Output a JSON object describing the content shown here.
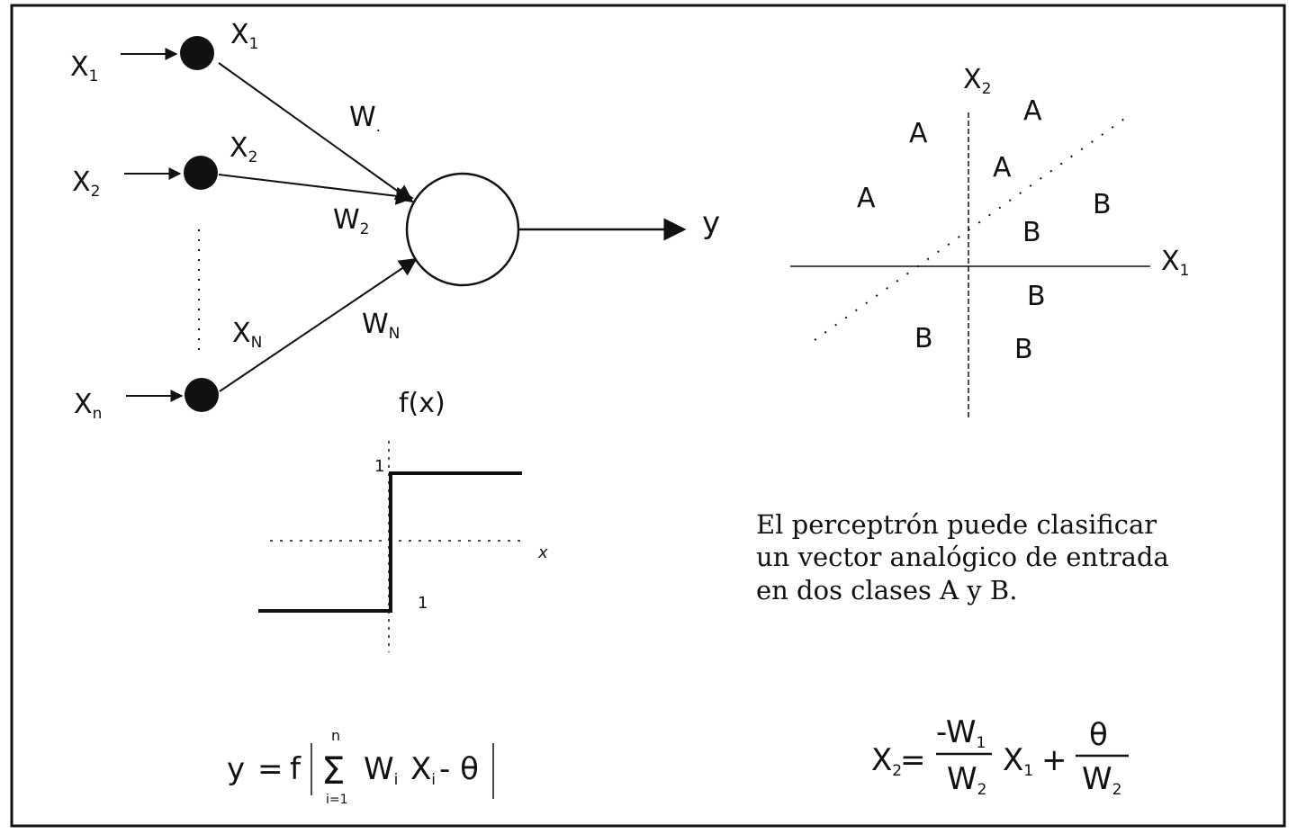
{
  "network": {
    "inputs": [
      {
        "label": "X",
        "sub": "1"
      },
      {
        "label": "X",
        "sub": "2"
      },
      {
        "label": "X",
        "sub": "n"
      }
    ],
    "node_labels": [
      {
        "label": "X",
        "sub": "1"
      },
      {
        "label": "X",
        "sub": "2"
      },
      {
        "label": "X",
        "sub": "N"
      }
    ],
    "weights": [
      {
        "label": "W",
        "sub": "."
      },
      {
        "label": "W",
        "sub": "2"
      },
      {
        "label": "W",
        "sub": "N"
      }
    ],
    "output_label": "y"
  },
  "step_function": {
    "title": "f(x)",
    "upper_tick": "1",
    "lower_tick": "1",
    "axis_label": "x"
  },
  "plane": {
    "x1_axis": {
      "label": "X",
      "sub": "1"
    },
    "x2_axis": {
      "label": "X",
      "sub": "2"
    },
    "class_a_label": "A",
    "class_b_label": "B"
  },
  "caption": {
    "lines": [
      "El perceptrón puede clasificar",
      "un vector analógico de entrada",
      "en dos clases A y B."
    ]
  },
  "equations": {
    "output": {
      "y": "y",
      "equals": "=",
      "f": "f",
      "upper_limit": "n",
      "lower_limit": "i=1",
      "w": "W",
      "w_sub": "i",
      "x": "X",
      "x_sub": "i",
      "minus_theta": "- θ"
    },
    "boundary": {
      "lhs": "X",
      "lhs_sub": "2",
      "equals": "=",
      "num1": "-W",
      "num1_sub": "1",
      "den1": "W",
      "den1_sub": "2",
      "x": "X",
      "x_sub": "1",
      "plus": "+",
      "num2": "θ",
      "den2": "W",
      "den2_sub": "2"
    }
  }
}
